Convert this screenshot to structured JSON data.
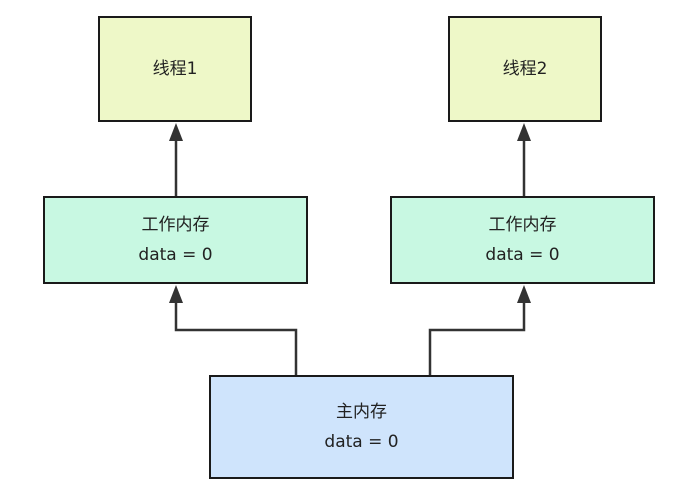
{
  "diagram": {
    "thread1": {
      "label": "线程1"
    },
    "thread2": {
      "label": "线程2"
    },
    "working_memory_1": {
      "title": "工作内存",
      "value": "data = 0"
    },
    "working_memory_2": {
      "title": "工作内存",
      "value": "data = 0"
    },
    "main_memory": {
      "title": "主内存",
      "value": "data = 0"
    }
  },
  "colors": {
    "thread_fill": "#eef8c8",
    "working_memory_fill": "#c8f8e2",
    "main_memory_fill": "#cfe4fc",
    "border": "#1a1a1a",
    "arrow": "#333333"
  }
}
